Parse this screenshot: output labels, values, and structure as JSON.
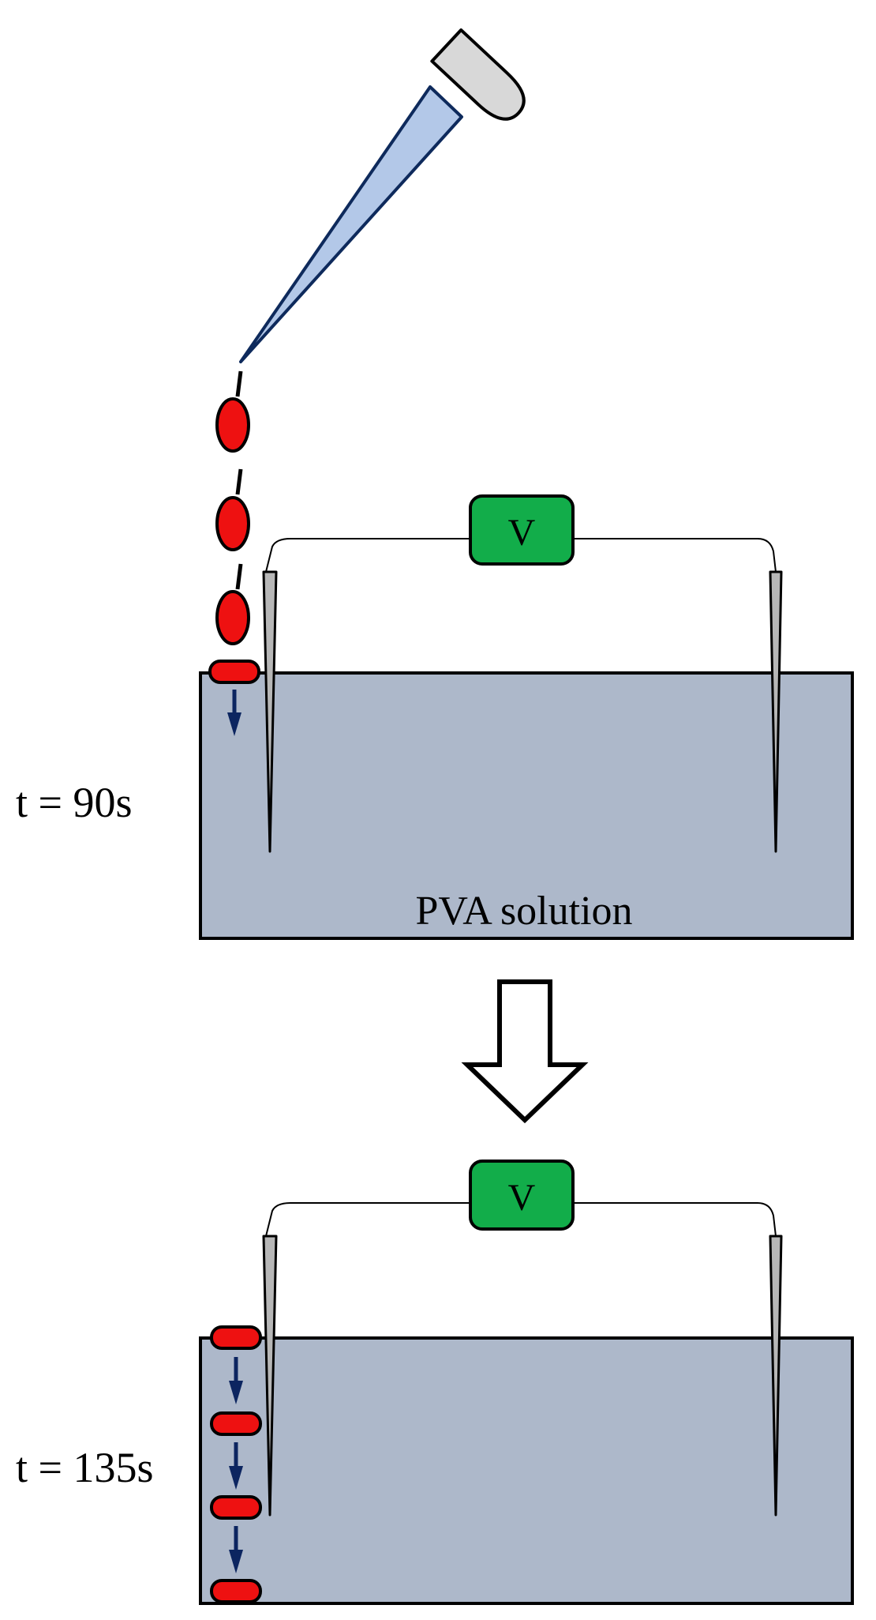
{
  "labels": {
    "time_top": "t = 90s",
    "time_bottom": "t = 135s",
    "solution": "PVA solution",
    "voltmeter_top": "V",
    "voltmeter_bottom": "V"
  },
  "colors": {
    "bath_fill": "#adb8ca",
    "droplet_red": "#ee1111",
    "voltmeter_green": "#12ad4a",
    "arrow_blue": "#0c2560",
    "pipette_tip": "#b3c8e8",
    "pipette_bulb": "#d8d8d8",
    "electrode_gray": "#b7b7b7"
  },
  "icons": {
    "pipette": "pipette-icon",
    "transition_arrow": "down-arrow-icon"
  }
}
